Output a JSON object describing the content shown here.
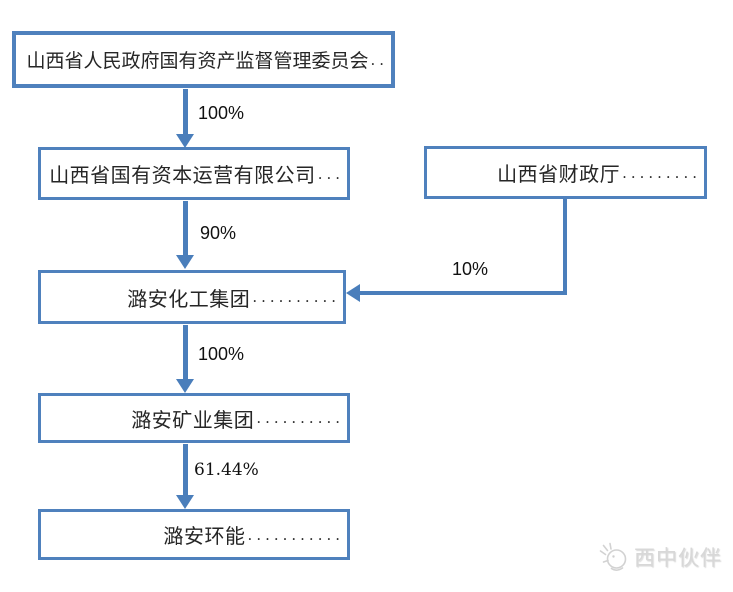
{
  "figure": {
    "type": "ownership-structure-flowchart",
    "nodes": [
      {
        "id": "sasac",
        "label": "山西省人民政府国有资产监督管理委员会",
        "leader_dots": "··"
      },
      {
        "id": "capital",
        "label": "山西省国有资本运营有限公司",
        "leader_dots": "···"
      },
      {
        "id": "finance",
        "label": "山西省财政厅",
        "leader_dots": "·········"
      },
      {
        "id": "chem",
        "label": "潞安化工集团",
        "leader_dots": "··········"
      },
      {
        "id": "mining",
        "label": "潞安矿业集团",
        "leader_dots": "··········"
      },
      {
        "id": "huanneng",
        "label": "潞安环能",
        "leader_dots": "···········"
      }
    ],
    "edges": [
      {
        "from": "sasac",
        "to": "capital",
        "label": "100%"
      },
      {
        "from": "capital",
        "to": "chem",
        "label": "90%"
      },
      {
        "from": "finance",
        "to": "chem",
        "label": "10%"
      },
      {
        "from": "chem",
        "to": "mining",
        "label": "100%"
      },
      {
        "from": "mining",
        "to": "huanneng",
        "label": "61.44%"
      }
    ]
  },
  "watermark": {
    "icon": "bird-sketch-icon",
    "text": "西中伙伴"
  },
  "colors": {
    "box_border": "#4f81bd",
    "arrow": "#4a7ebb",
    "text": "#262626",
    "watermark_text": "#d8d8d8",
    "background": "#ffffff"
  }
}
